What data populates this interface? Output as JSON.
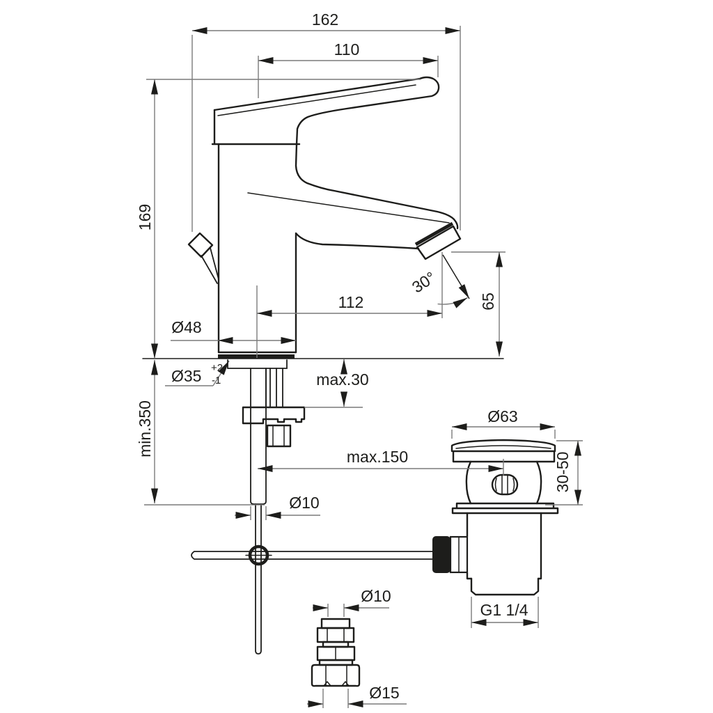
{
  "drawing": {
    "dimensions": {
      "overall_length": "162",
      "handle_length": "110",
      "total_height": "169",
      "rod_min_length": "min.350",
      "body_diameter": "Ø48",
      "mount_hole_diameter": "Ø35",
      "mount_hole_tol_upper": "+2",
      "mount_hole_tol_lower": "-1",
      "deck_max_thickness": "max.30",
      "spout_reach": "112",
      "spout_height": "65",
      "spray_angle": "30°",
      "pull_rod_diameter": "Ø10",
      "rod_to_drain_max": "max.150",
      "drain_flange_diameter": "Ø63",
      "drain_deck_range": "30-50",
      "drain_thread": "G1 1/4",
      "hose_pipe_diameter": "Ø10",
      "hose_nut_diameter": "Ø15"
    },
    "colors": {
      "outline": "#1d1d1b",
      "dimension_line": "#7a7a7a",
      "background": "#ffffff"
    }
  }
}
